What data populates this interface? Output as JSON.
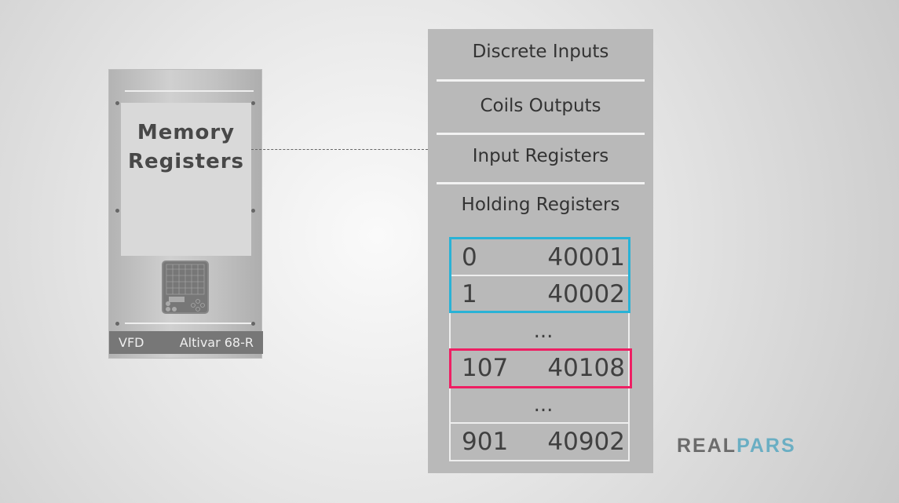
{
  "device": {
    "screen_title_line1": "Memory",
    "screen_title_line2": "Registers",
    "label_left": "VFD",
    "label_right": "Altivar 68-R"
  },
  "panel": {
    "sections": [
      "Discrete Inputs",
      "Coils Outputs",
      "Input Registers",
      "Holding Registers"
    ],
    "rows": [
      {
        "index": "0",
        "address": "40001"
      },
      {
        "index": "1",
        "address": "40002"
      },
      {
        "ellipsis": "..."
      },
      {
        "index": "107",
        "address": "40108"
      },
      {
        "ellipsis": "..."
      },
      {
        "index": "901",
        "address": "40902"
      }
    ]
  },
  "highlights": {
    "blue": "#29b2d6",
    "pink": "#ee1f63"
  },
  "logo": {
    "part1": "REAL",
    "part2": "PARS",
    "color1": "#6b6b6b",
    "color2": "#6aaec3"
  }
}
